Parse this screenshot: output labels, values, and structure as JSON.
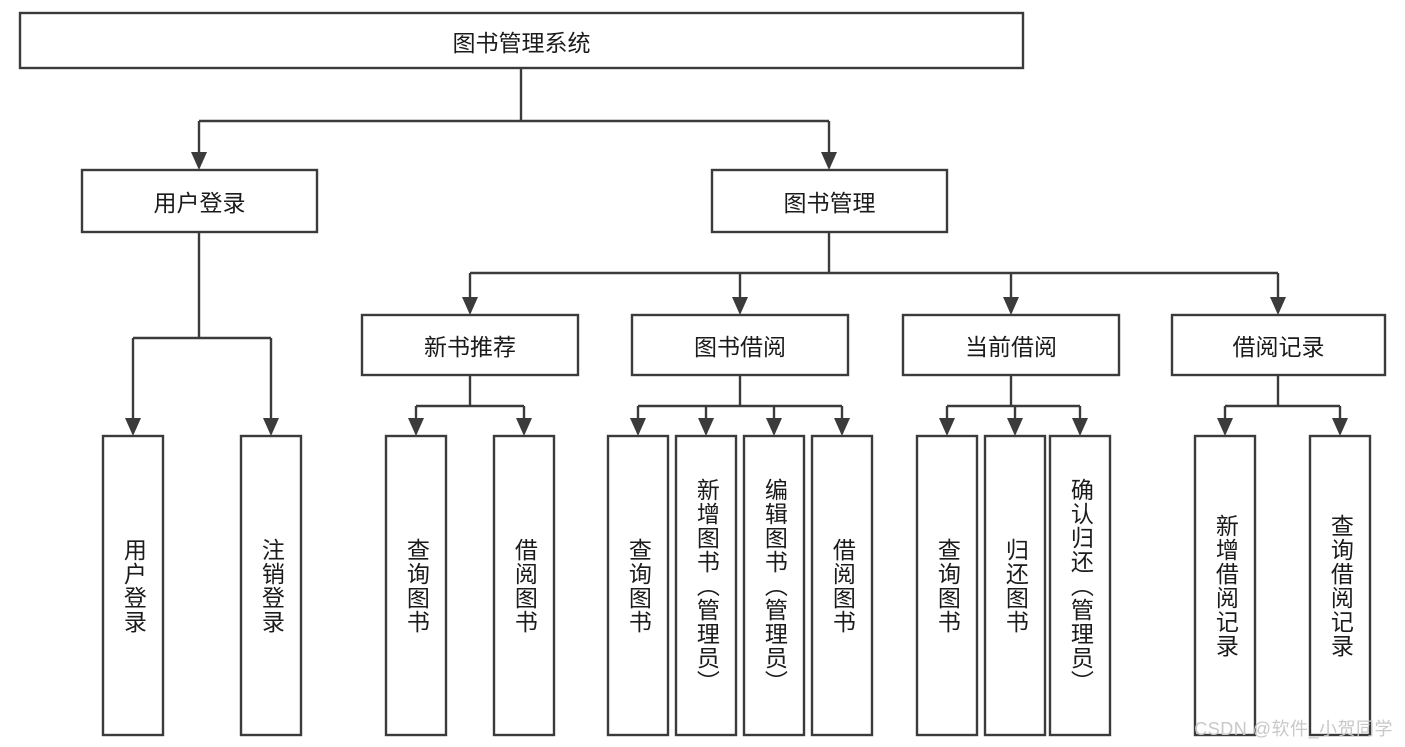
{
  "diagram": {
    "title": "图书管理系统",
    "type": "tree-hierarchy-diagram",
    "colors": {
      "stroke": "#3b3b3b",
      "fill": "#ffffff",
      "text": "#1b1b1b",
      "watermark": "#c8c8c8"
    },
    "root": {
      "label": "图书管理系统"
    },
    "level1": [
      {
        "label": "用户登录"
      },
      {
        "label": "图书管理"
      }
    ],
    "level2": [
      {
        "label": "新书推荐"
      },
      {
        "label": "图书借阅"
      },
      {
        "label": "当前借阅"
      },
      {
        "label": "借阅记录"
      }
    ],
    "leaves": {
      "user_login": [
        {
          "label": "用户登录"
        },
        {
          "label": "注销登录"
        }
      ],
      "new_book_recommend": [
        {
          "label": "查询图书"
        },
        {
          "label": "借阅图书"
        }
      ],
      "book_borrow": [
        {
          "label": "查询图书"
        },
        {
          "label": "新增图书（管理员）"
        },
        {
          "label": "编辑图书（管理员）"
        },
        {
          "label": "借阅图书"
        }
      ],
      "current_borrow": [
        {
          "label": "查询图书"
        },
        {
          "label": "归还图书"
        },
        {
          "label": "确认归还（管理员）"
        }
      ],
      "borrow_record": [
        {
          "label": "新增借阅记录"
        },
        {
          "label": "查询借阅记录"
        }
      ]
    }
  },
  "watermark": {
    "text": "CSDN @软件_小贺同学"
  }
}
